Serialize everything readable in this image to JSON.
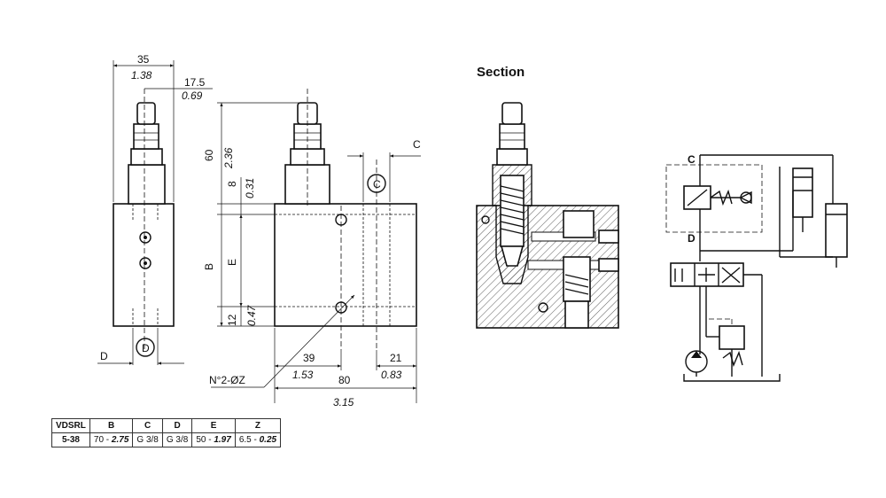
{
  "section_title": "Section",
  "dimensions": {
    "width_mm": "35",
    "width_in": "1.38",
    "offset_mm": "17.5",
    "offset_in": "0.69",
    "height_top_mm": "60",
    "height_top_in": "2.36",
    "gap_mm": "8",
    "gap_in": "0.31",
    "bottom_mm": "12",
    "bottom_in": "0.47",
    "label_B": "B",
    "label_E": "E",
    "bolt_x_mm": "39",
    "bolt_x_in": "1.53",
    "right_mm": "21",
    "right_in": "0.83",
    "total_mm": "80",
    "total_in": "3.15",
    "holes_label": "N°2-ØZ"
  },
  "ports": {
    "c_label": "C",
    "c_circle": "C",
    "d_label": "D",
    "d_circle": "D",
    "schem_c": "C",
    "schem_d": "D"
  },
  "table": {
    "headers": [
      "VDSRL",
      "B",
      "C",
      "D",
      "E",
      "Z"
    ],
    "row": {
      "model": "5-38",
      "b_mm": "70 - ",
      "b_in": "2.75",
      "c": "G 3/8",
      "d": "G 3/8",
      "e_mm": "50 - ",
      "e_in": "1.97",
      "z_mm": "6.5 - ",
      "z_in": "0.25"
    }
  }
}
